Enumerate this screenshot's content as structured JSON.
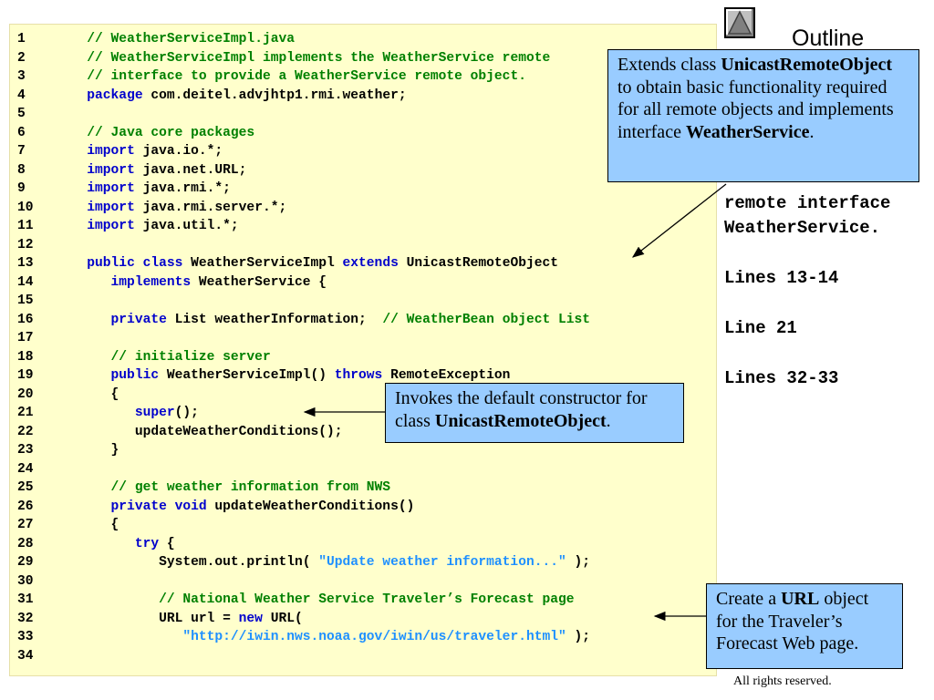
{
  "code_lines": [
    {
      "num": "1",
      "tokens": [
        {
          "t": "   ",
          "c": "tx"
        },
        {
          "t": "// WeatherServiceImpl.java",
          "c": "cm"
        }
      ]
    },
    {
      "num": "2",
      "tokens": [
        {
          "t": "   ",
          "c": "tx"
        },
        {
          "t": "// WeatherServiceImpl implements the WeatherService remote",
          "c": "cm"
        }
      ]
    },
    {
      "num": "3",
      "tokens": [
        {
          "t": "   ",
          "c": "tx"
        },
        {
          "t": "// interface to provide a WeatherService remote object.",
          "c": "cm"
        }
      ]
    },
    {
      "num": "4",
      "tokens": [
        {
          "t": "   ",
          "c": "tx"
        },
        {
          "t": "package",
          "c": "kw"
        },
        {
          "t": " com.deitel.advjhtp1.rmi.weather;",
          "c": "tx"
        }
      ]
    },
    {
      "num": "5",
      "tokens": []
    },
    {
      "num": "6",
      "tokens": [
        {
          "t": "   ",
          "c": "tx"
        },
        {
          "t": "// Java core packages",
          "c": "cm"
        }
      ]
    },
    {
      "num": "7",
      "tokens": [
        {
          "t": "   ",
          "c": "tx"
        },
        {
          "t": "import",
          "c": "kw"
        },
        {
          "t": " java.io.*;",
          "c": "tx"
        }
      ]
    },
    {
      "num": "8",
      "tokens": [
        {
          "t": "   ",
          "c": "tx"
        },
        {
          "t": "import",
          "c": "kw"
        },
        {
          "t": " java.net.URL;",
          "c": "tx"
        }
      ]
    },
    {
      "num": "9",
      "tokens": [
        {
          "t": "   ",
          "c": "tx"
        },
        {
          "t": "import",
          "c": "kw"
        },
        {
          "t": " java.rmi.*;",
          "c": "tx"
        }
      ]
    },
    {
      "num": "10",
      "tokens": [
        {
          "t": "   ",
          "c": "tx"
        },
        {
          "t": "import",
          "c": "kw"
        },
        {
          "t": " java.rmi.server.*;",
          "c": "tx"
        }
      ]
    },
    {
      "num": "11",
      "tokens": [
        {
          "t": "   ",
          "c": "tx"
        },
        {
          "t": "import",
          "c": "kw"
        },
        {
          "t": " java.util.*;",
          "c": "tx"
        }
      ]
    },
    {
      "num": "12",
      "tokens": []
    },
    {
      "num": "13",
      "tokens": [
        {
          "t": "   ",
          "c": "tx"
        },
        {
          "t": "public class",
          "c": "kw"
        },
        {
          "t": " WeatherServiceImpl ",
          "c": "tx"
        },
        {
          "t": "extends",
          "c": "kw"
        },
        {
          "t": " UnicastRemoteObject",
          "c": "tx"
        }
      ]
    },
    {
      "num": "14",
      "tokens": [
        {
          "t": "      ",
          "c": "tx"
        },
        {
          "t": "implements",
          "c": "kw"
        },
        {
          "t": " WeatherService {",
          "c": "tx"
        }
      ]
    },
    {
      "num": "15",
      "tokens": []
    },
    {
      "num": "16",
      "tokens": [
        {
          "t": "      ",
          "c": "tx"
        },
        {
          "t": "private",
          "c": "kw"
        },
        {
          "t": " List weatherInformation;  ",
          "c": "tx"
        },
        {
          "t": "// WeatherBean object List",
          "c": "cm"
        }
      ]
    },
    {
      "num": "17",
      "tokens": []
    },
    {
      "num": "18",
      "tokens": [
        {
          "t": "      ",
          "c": "tx"
        },
        {
          "t": "// initialize server",
          "c": "cm"
        }
      ]
    },
    {
      "num": "19",
      "tokens": [
        {
          "t": "      ",
          "c": "tx"
        },
        {
          "t": "public",
          "c": "kw"
        },
        {
          "t": " WeatherServiceImpl() ",
          "c": "tx"
        },
        {
          "t": "throws",
          "c": "kw"
        },
        {
          "t": " RemoteException",
          "c": "tx"
        }
      ]
    },
    {
      "num": "20",
      "tokens": [
        {
          "t": "      {",
          "c": "tx"
        }
      ]
    },
    {
      "num": "21",
      "tokens": [
        {
          "t": "         ",
          "c": "tx"
        },
        {
          "t": "super",
          "c": "kw"
        },
        {
          "t": "();",
          "c": "tx"
        }
      ]
    },
    {
      "num": "22",
      "tokens": [
        {
          "t": "         updateWeatherConditions();",
          "c": "tx"
        }
      ]
    },
    {
      "num": "23",
      "tokens": [
        {
          "t": "      }",
          "c": "tx"
        }
      ]
    },
    {
      "num": "24",
      "tokens": []
    },
    {
      "num": "25",
      "tokens": [
        {
          "t": "      ",
          "c": "tx"
        },
        {
          "t": "// get weather information from NWS",
          "c": "cm"
        }
      ]
    },
    {
      "num": "26",
      "tokens": [
        {
          "t": "      ",
          "c": "tx"
        },
        {
          "t": "private void",
          "c": "kw"
        },
        {
          "t": " updateWeatherConditions()",
          "c": "tx"
        }
      ]
    },
    {
      "num": "27",
      "tokens": [
        {
          "t": "      {",
          "c": "tx"
        }
      ]
    },
    {
      "num": "28",
      "tokens": [
        {
          "t": "         ",
          "c": "tx"
        },
        {
          "t": "try",
          "c": "kw"
        },
        {
          "t": " {",
          "c": "tx"
        }
      ]
    },
    {
      "num": "29",
      "tokens": [
        {
          "t": "            System.out.println( ",
          "c": "tx"
        },
        {
          "t": "\"Update weather information...\"",
          "c": "st"
        },
        {
          "t": " );",
          "c": "tx"
        }
      ]
    },
    {
      "num": "30",
      "tokens": []
    },
    {
      "num": "31",
      "tokens": [
        {
          "t": "            ",
          "c": "tx"
        },
        {
          "t": "// National Weather Service Traveler’s Forecast page",
          "c": "cm"
        }
      ]
    },
    {
      "num": "32",
      "tokens": [
        {
          "t": "            URL url = ",
          "c": "tx"
        },
        {
          "t": "new",
          "c": "kw"
        },
        {
          "t": " URL(",
          "c": "tx"
        }
      ]
    },
    {
      "num": "33",
      "tokens": [
        {
          "t": "               ",
          "c": "tx"
        },
        {
          "t": "\"http://iwin.nws.noaa.gov/iwin/us/traveler.html\"",
          "c": "st"
        },
        {
          "t": " );",
          "c": "tx"
        }
      ]
    },
    {
      "num": "34",
      "tokens": []
    }
  ],
  "outline": {
    "title": "Outline",
    "nav_icon": "up-triangle-icon",
    "notes": [
      "",
      "",
      "",
      "remote interface",
      "WeatherService.",
      "",
      "Lines 13-14",
      "",
      "Line 21",
      "",
      "Lines 32-33"
    ]
  },
  "callouts": {
    "c1": {
      "p1": "Extends class ",
      "b1": "UnicastRemoteObject",
      "p2": " to obtain basic functionality required for all remote objects and implements interface ",
      "b2": "WeatherService",
      "p3": "."
    },
    "c2": {
      "p1": "Invokes the default constructor for class ",
      "b1": "UnicastRemoteObject",
      "p2": "."
    },
    "c3": {
      "p1": "Create a ",
      "b1": "URL",
      "p2": " object for the Traveler’s Forecast Web page."
    }
  },
  "footer": {
    "rights": "All rights reserved."
  },
  "colors": {
    "code_bg": "#ffffcc",
    "keyword": "#0000cc",
    "comment": "#008000",
    "string": "#1e90ff",
    "callout_bg": "#99ccff"
  }
}
